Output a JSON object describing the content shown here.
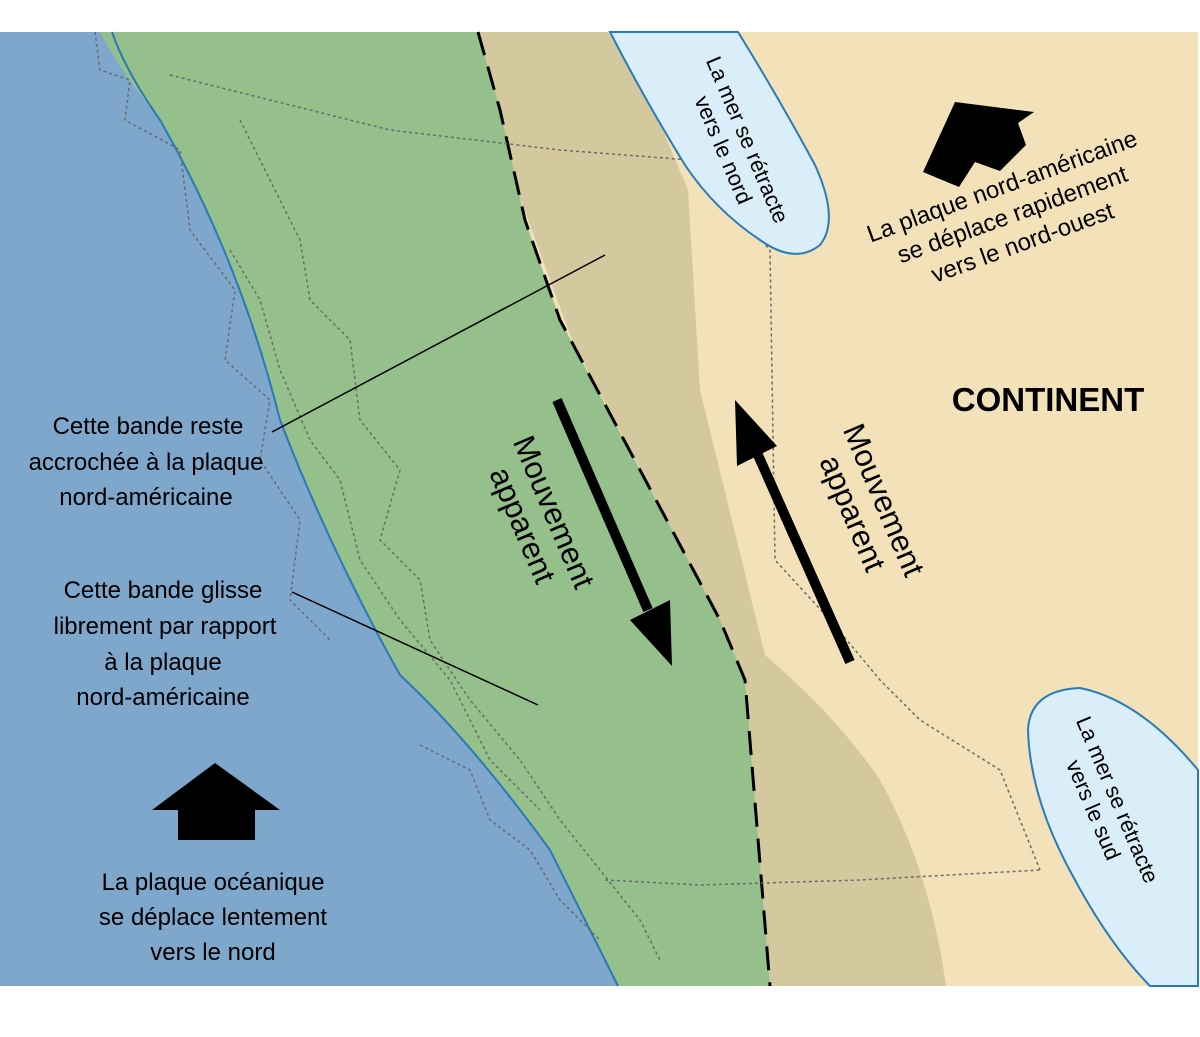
{
  "colors": {
    "ocean": "#7fa6cb",
    "coastal_band": "#95bf8b",
    "transition_band": "#d4c99e",
    "continent": "#f3e2b9",
    "retreating_sea": "#daeefa",
    "coastline": "#2a7ab8"
  },
  "labels": {
    "continent": "CONTINENT",
    "north_american_plate": [
      "La plaque nord-américaine",
      "se déplace rapidement",
      "vers le nord-ouest"
    ],
    "oceanic_plate": [
      "La plaque océanique",
      "se déplace lentement",
      "vers le nord"
    ],
    "band_attached": [
      "Cette bande reste",
      "accrochée à la plaque",
      "nord-américaine"
    ],
    "band_sliding": [
      "Cette bande glisse",
      "librement par rapport",
      "à la plaque",
      "nord-américaine"
    ],
    "apparent_movement_left": [
      "Mouvement",
      "apparent"
    ],
    "apparent_movement_right": [
      "Mouvement",
      "apparent"
    ],
    "sea_north": [
      "La mer se rétracte",
      "vers le nord"
    ],
    "sea_south": [
      "La mer se rétracte",
      "vers le sud"
    ]
  },
  "icons": {
    "north_american_plate_arrow": "arrow-up-icon",
    "oceanic_plate_arrow": "arrow-up-icon",
    "movement_down_arrow": "arrow-down-icon",
    "movement_up_arrow": "arrow-up-icon"
  }
}
